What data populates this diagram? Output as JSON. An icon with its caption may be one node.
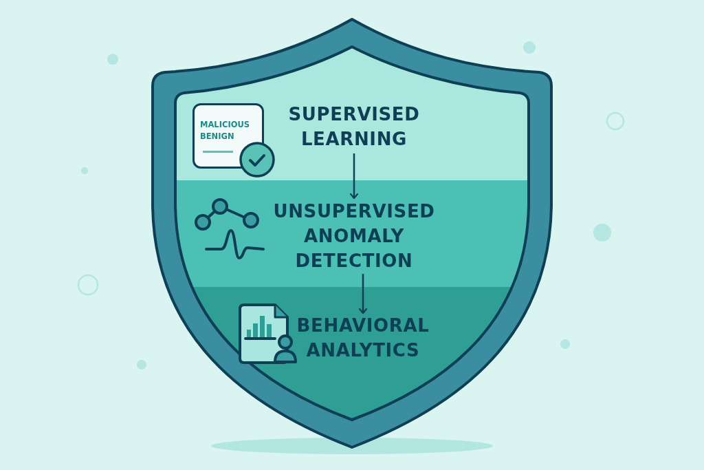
{
  "diagram": {
    "nodes": [
      {
        "text": [
          "MALICIOUS",
          "BENIGN"
        ]
      },
      {
        "text": [
          "SUPERVISED LEARNING"
        ]
      },
      {
        "text": [
          "UNSUPERVISED ANOMALY DETECTION"
        ]
      },
      {
        "text": [
          "BEHAVIORAL ANALYTICS"
        ]
      }
    ],
    "edges": [
      {
        "from": 1,
        "to": 2,
        "arrow": "to"
      },
      {
        "from": 2,
        "to": 3,
        "arrow": "to"
      }
    ]
  }
}
